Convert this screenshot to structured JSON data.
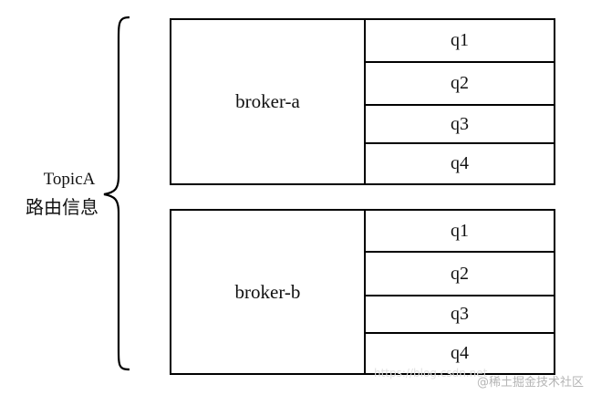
{
  "topic": {
    "name": "TopicA",
    "subtitle": "路由信息"
  },
  "brokers": [
    {
      "label": "broker-a",
      "queues": [
        "q1",
        "q2",
        "q3",
        "q4"
      ]
    },
    {
      "label": "broker-b",
      "queues": [
        "q1",
        "q2",
        "q3",
        "q4"
      ]
    }
  ],
  "watermark": {
    "url": "https://blog.csdn.net",
    "text": "@稀土掘金技术社区"
  }
}
